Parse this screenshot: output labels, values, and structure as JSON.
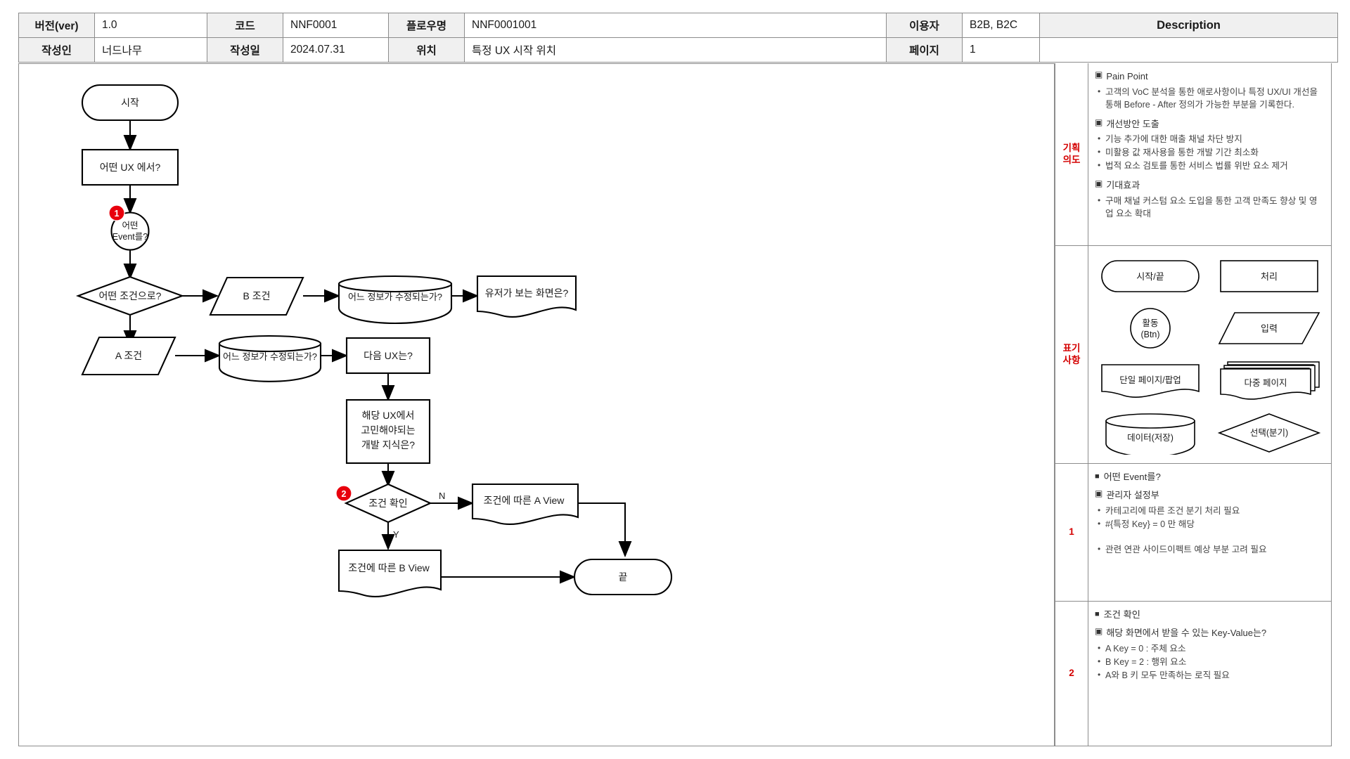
{
  "header": {
    "fields": [
      {
        "key": "버전(ver)",
        "value": "1.0"
      },
      {
        "key": "코드",
        "value": "NNF0001"
      },
      {
        "key": "플로우명",
        "value": "NNF0001001"
      },
      {
        "key": "이용자",
        "value": "B2B, B2C"
      },
      {
        "key": "작성인",
        "value": "너드나무"
      },
      {
        "key": "작성일",
        "value": "2024.07.31"
      },
      {
        "key": "위치",
        "value": "특정 UX 시작 위치"
      },
      {
        "key": "페이지",
        "value": "1"
      }
    ],
    "description_title": "Description"
  },
  "flowchart": {
    "nodes": {
      "start": "시작",
      "which_ux": "어떤 UX 에서?",
      "which_event": "어떤\nEvent를?",
      "which_condition": "어떤 조건으로?",
      "cond_b": "B 조건",
      "cond_a": "A 조건",
      "info_modified_top": "어느 정보가 수정되는가?",
      "info_modified_bottom": "어느 정보가 수정되는가?",
      "user_screen": "유저가 보는 화면은?",
      "next_ux": "다음 UX는?",
      "dev_knowledge": "해당 UX에서\n고민해야되는\n개발 지식은?",
      "check_condition": "조건 확인",
      "a_view": "조건에 따른 A View",
      "b_view": "조건에 따른 B View",
      "end": "끝"
    },
    "edge_labels": {
      "n": "N",
      "y": "Y"
    },
    "markers": {
      "one": "1",
      "two": "2"
    },
    "marker_color": "#e8000d"
  },
  "description": {
    "intent": {
      "label": "기획\n의도",
      "sections": [
        {
          "title": "Pain Point",
          "items": [
            "고객의 VoC 분석을 통한 애로사항이나 특정 UX/UI 개선을 통해 Before - After 정의가 가능한 부분을 기록한다."
          ]
        },
        {
          "title": "개선방안 도출",
          "items": [
            "기능 추가에 대한 매출 채널 차단 방지",
            "미활용 값 재사용을 통한 개발 기간 최소화",
            "법적 요소 검토를 통한 서비스 법률 위반 요소 제거"
          ]
        },
        {
          "title": "기대효과",
          "items": [
            "구매 채널 커스텀 요소 도입을 통한 고객 만족도 향상 및 영업 요소 확대"
          ]
        }
      ]
    },
    "legend": {
      "label": "표기\n사항",
      "items": [
        {
          "shape": "terminator",
          "text": "시작/끝"
        },
        {
          "shape": "process",
          "text": "처리"
        },
        {
          "shape": "circle",
          "text": "활동\n(Btn)"
        },
        {
          "shape": "parallelogram",
          "text": "입력"
        },
        {
          "shape": "document",
          "text": "단일 페이지/팝업"
        },
        {
          "shape": "multidocument",
          "text": "다중 페이지"
        },
        {
          "shape": "cylinder",
          "text": "데이터(저장)"
        },
        {
          "shape": "diamond",
          "text": "선택(분기)"
        }
      ]
    },
    "notes": [
      {
        "number": "1",
        "title": "어떤 Event를?",
        "subtitle": "관리자 설정부",
        "items": [
          "카테고리에 따른 조건 분기 처리 필요",
          "#{특정 Key} = 0 만 해당",
          "",
          "관련 연관 사이드이펙트 예상 부분 고려 필요"
        ]
      },
      {
        "number": "2",
        "title": "조건 확인",
        "subtitle": "해당 화면에서 받을 수 있는 Key-Value는?",
        "items": [
          "A Key = 0 : 주체 요소",
          "B Key = 2 : 행위 요소",
          "A와 B 키 모두 만족하는 로직 필요"
        ]
      }
    ]
  }
}
